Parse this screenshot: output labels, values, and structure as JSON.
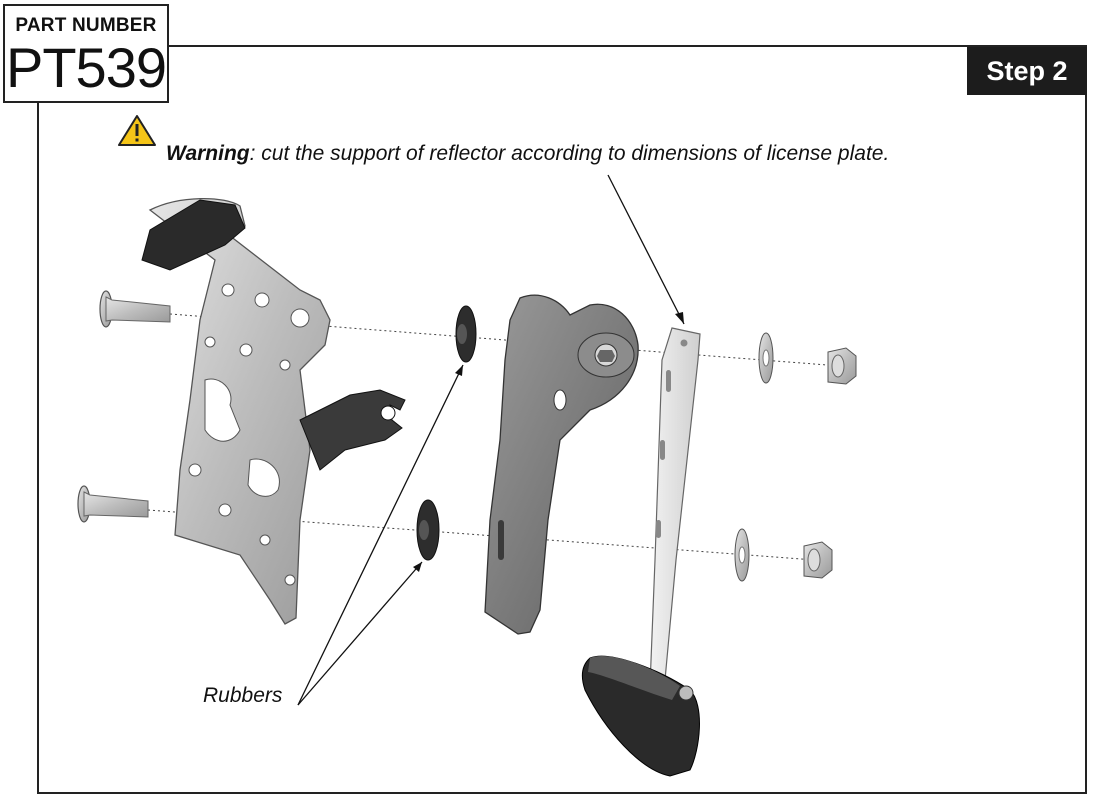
{
  "header": {
    "part_label": "PART NUMBER",
    "part_number": "PT539",
    "step": "Step 2"
  },
  "warning": {
    "title": "Warning",
    "text": ": cut the support of reflector according to dimensions of license plate."
  },
  "callouts": {
    "rubbers": "Rubbers"
  },
  "colors": {
    "frame": "#222222",
    "step_bg": "#1c1c1c",
    "warning_icon": "#f5c518",
    "metal": "#c9c9c9",
    "dark_part": "#2a2a2a"
  }
}
